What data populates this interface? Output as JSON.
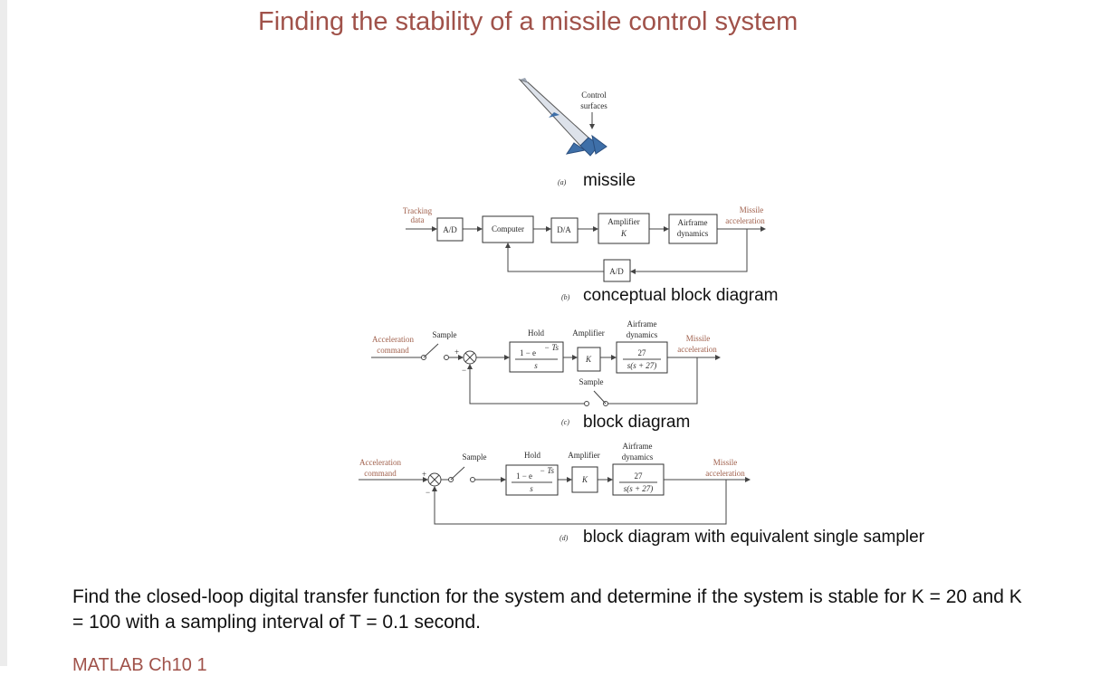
{
  "title": "Finding the stability of a missile control system",
  "panel_a": {
    "mark": "(a)",
    "caption": "missile",
    "control_surfaces": [
      "Control",
      "surfaces"
    ]
  },
  "panel_b": {
    "mark": "(b)",
    "caption": "conceptual block diagram",
    "input": [
      "Tracking",
      "data"
    ],
    "output": [
      "Missile",
      "acceleration"
    ],
    "ad1": "A/D",
    "computer": "Computer",
    "da": "D/A",
    "amplifier": [
      "Amplifier",
      "K"
    ],
    "airframe": [
      "Airframe",
      "dynamics"
    ],
    "ad2": "A/D"
  },
  "panel_c": {
    "mark": "(c)",
    "caption": "block diagram",
    "input": [
      "Acceleration",
      "command"
    ],
    "sample": "Sample",
    "hold_label": "Hold",
    "hold_tf": [
      "1 − e",
      "− Ts",
      "s"
    ],
    "amp_label": "Amplifier",
    "amp": "K",
    "airframe_label": [
      "Airframe",
      "dynamics"
    ],
    "airframe_tf": [
      "27",
      "s(s + 27)"
    ],
    "output": [
      "Missile",
      "acceleration"
    ],
    "feedback_sample": "Sample",
    "plus": "+",
    "minus": "−"
  },
  "panel_d": {
    "mark": "(d)",
    "caption": "block diagram with equivalent single sampler",
    "input": [
      "Acceleration",
      "command"
    ],
    "sample": "Sample",
    "hold_label": "Hold",
    "hold_tf": [
      "1 − e",
      "− Ts",
      "s"
    ],
    "amp_label": "Amplifier",
    "amp": "K",
    "airframe_label": [
      "Airframe",
      "dynamics"
    ],
    "airframe_tf": [
      "27",
      "s(s + 27)"
    ],
    "output": [
      "Missile",
      "acceleration"
    ],
    "plus": "+",
    "minus": "−"
  },
  "question": "Find the closed-loop digital transfer function for the system and determine if the system is stable for K = 20 and K = 100 with a sampling interval of T = 0.1 second.",
  "footer": "MATLAB  Ch10  1",
  "colors": {
    "title": "#a0524a",
    "label_colored": "#a0604c"
  }
}
